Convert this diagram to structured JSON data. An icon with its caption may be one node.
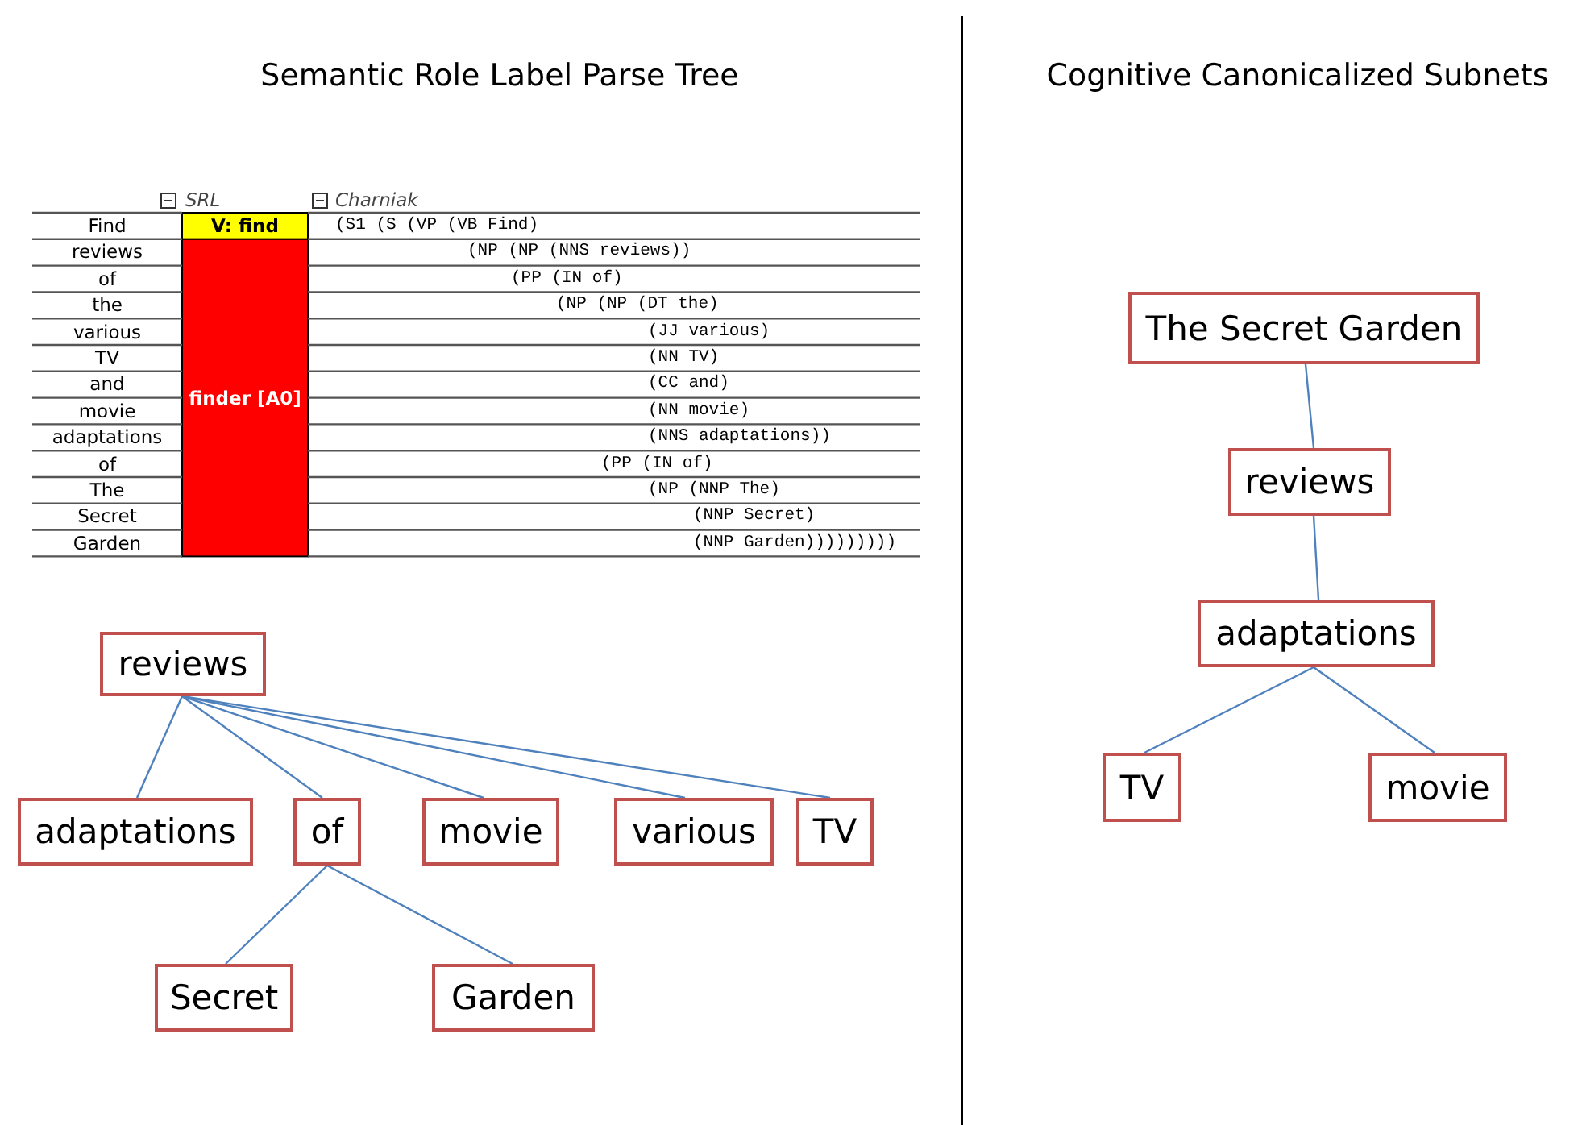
{
  "diagram": {
    "nodes": [
      {
        "text": [
          "reviews"
        ]
      },
      {
        "text": [
          "adaptations"
        ]
      },
      {
        "text": [
          "of"
        ]
      },
      {
        "text": [
          "movie"
        ]
      },
      {
        "text": [
          "various"
        ]
      },
      {
        "text": [
          "TV"
        ]
      },
      {
        "text": [
          "Secret"
        ]
      },
      {
        "text": [
          "Garden"
        ]
      },
      {
        "text": [
          "The Secret Garden"
        ]
      },
      {
        "text": [
          "reviews"
        ]
      },
      {
        "text": [
          "adaptations"
        ]
      },
      {
        "text": [
          "TV"
        ]
      },
      {
        "text": [
          "movie"
        ]
      }
    ],
    "edges": [
      {
        "from": 0,
        "to": 1,
        "arrow": "none"
      },
      {
        "from": 0,
        "to": 2,
        "arrow": "none"
      },
      {
        "from": 0,
        "to": 3,
        "arrow": "none"
      },
      {
        "from": 0,
        "to": 4,
        "arrow": "none"
      },
      {
        "from": 0,
        "to": 5,
        "arrow": "none"
      },
      {
        "from": 2,
        "to": 6,
        "arrow": "none"
      },
      {
        "from": 2,
        "to": 7,
        "arrow": "none"
      },
      {
        "from": 8,
        "to": 9,
        "arrow": "none"
      },
      {
        "from": 9,
        "to": 10,
        "arrow": "none"
      },
      {
        "from": 10,
        "to": 11,
        "arrow": "none"
      },
      {
        "from": 10,
        "to": 12,
        "arrow": "none"
      }
    ],
    "labels": [
      "Semantic Role Label Parse Tree",
      "Cognitive Canonicalized Subnets",
      "SRL",
      "Charniak",
      "Find",
      "V: find",
      "(S1 (S (VP (VB Find)",
      "reviews",
      "finder [A0]",
      "(NP (NP (NNS reviews))",
      "of",
      "(PP (IN of)",
      "the",
      "(NP (NP (DT the)",
      "various",
      "(JJ various)",
      "TV",
      "(NN TV)",
      "and",
      "(CC and)",
      "movie",
      "(NN movie)",
      "adaptations",
      "(NNS adaptations))",
      "of",
      "(PP (IN of)",
      "The",
      "(NP (NNP The)",
      "Secret",
      "(NNP Secret)",
      "Garden",
      "(NNP Garden)))))))))"
    ]
  }
}
